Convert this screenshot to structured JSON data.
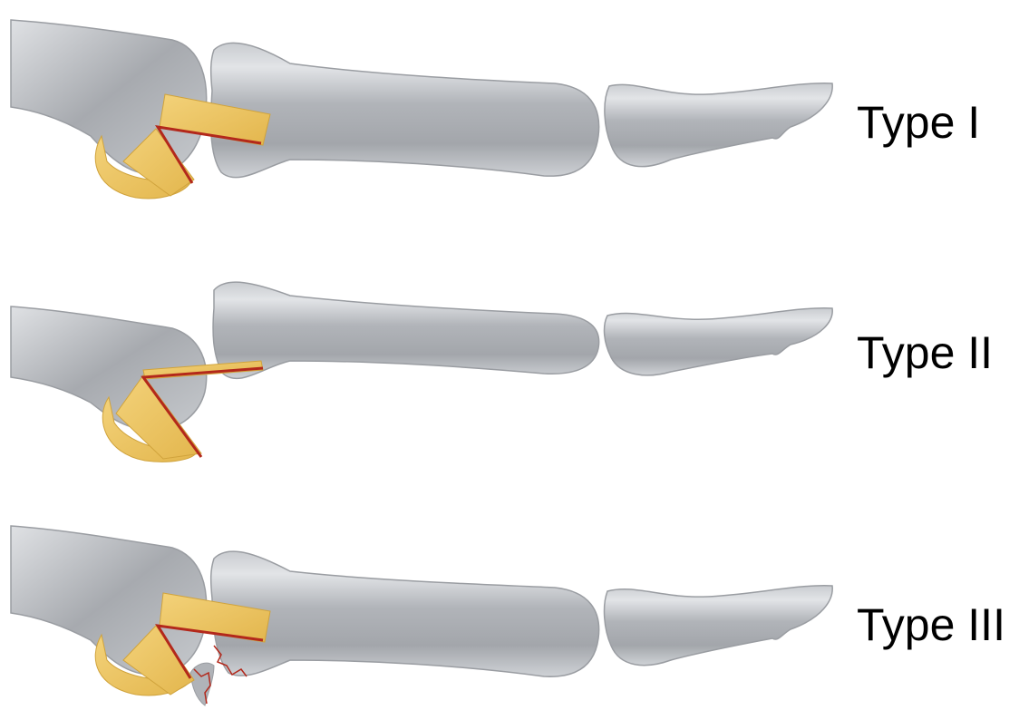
{
  "panels": [
    {
      "label": "Type I"
    },
    {
      "label": "Type II"
    },
    {
      "label": "Type III"
    }
  ],
  "colors": {
    "bone_fill": "#b4b7bb",
    "bone_light": "#dfe1e4",
    "bone_dark": "#8e9297",
    "plate_fill": "#f0c96a",
    "plate_shade": "#d9ab43",
    "fracture_line": "#b3281b"
  }
}
